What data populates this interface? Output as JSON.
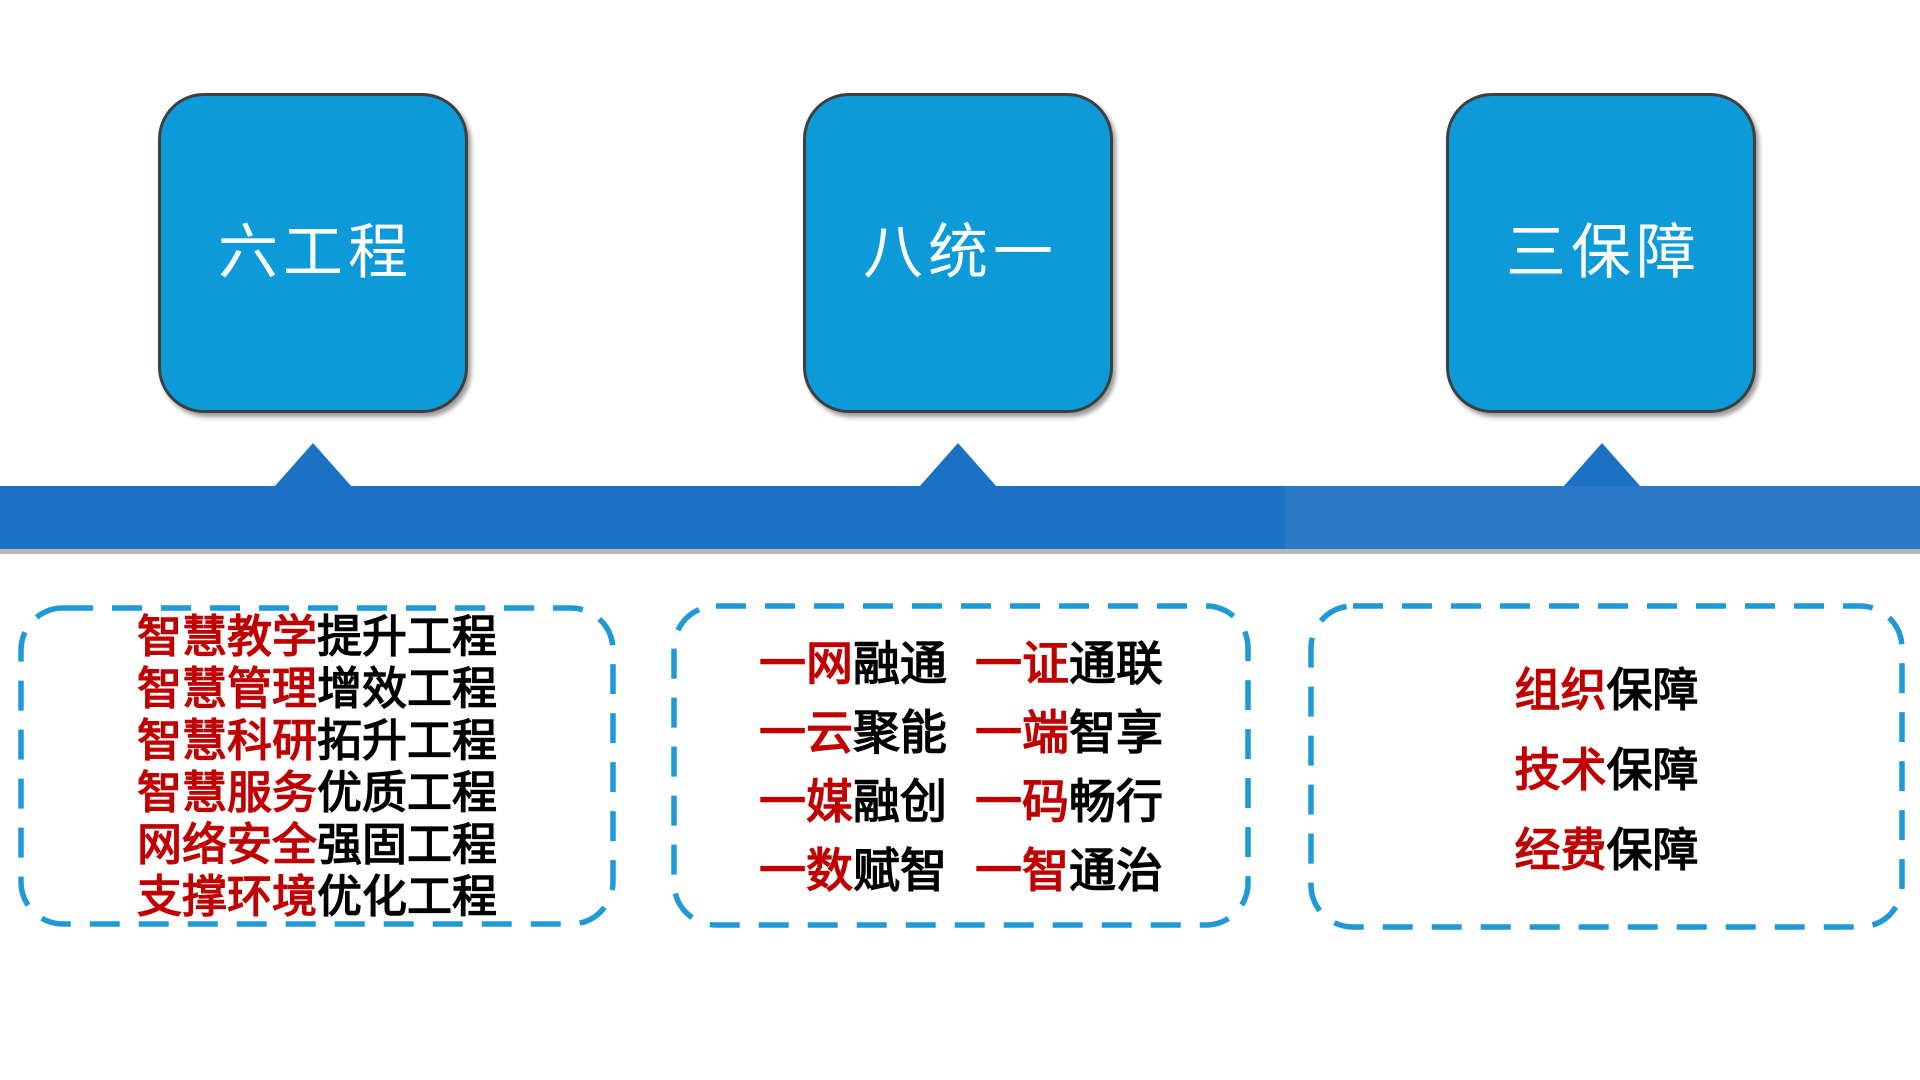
{
  "colors": {
    "top_box_fill": "#0D9AD8",
    "top_box_border": "#3F3F3F",
    "top_box_text": "#FFFFFF",
    "bar_left": "#1D71C4",
    "bar_right": "#2A79C6",
    "bar_shadow": "#A9A9A9",
    "dashed_border": "#1F9AD7",
    "highlight_red": "#C00000",
    "body_black": "#000000"
  },
  "top_boxes": [
    {
      "label": "六工程"
    },
    {
      "label": "八统一"
    },
    {
      "label": "三保障"
    }
  ],
  "panels": [
    {
      "items": [
        {
          "red": "智慧教学",
          "black": "提升工程"
        },
        {
          "red": "智慧管理",
          "black": "增效工程"
        },
        {
          "red": "智慧科研",
          "black": "拓升工程"
        },
        {
          "red": "智慧服务",
          "black": "优质工程"
        },
        {
          "red": "网络安全",
          "black": "强固工程"
        },
        {
          "red": "支撑环境",
          "black": "优化工程"
        }
      ]
    },
    {
      "items": [
        {
          "red": "一网",
          "black": "融通"
        },
        {
          "red": "一证",
          "black": "通联"
        },
        {
          "red": "一云",
          "black": "聚能"
        },
        {
          "red": "一端",
          "black": "智享"
        },
        {
          "red": "一媒",
          "black": "融创"
        },
        {
          "red": "一码",
          "black": "畅行"
        },
        {
          "red": "一数",
          "black": "赋智"
        },
        {
          "red": "一智",
          "black": "通治"
        }
      ]
    },
    {
      "items": [
        {
          "red": "组织",
          "black": "保障"
        },
        {
          "red": "技术",
          "black": "保障"
        },
        {
          "red": "经费",
          "black": "保障"
        }
      ]
    }
  ]
}
